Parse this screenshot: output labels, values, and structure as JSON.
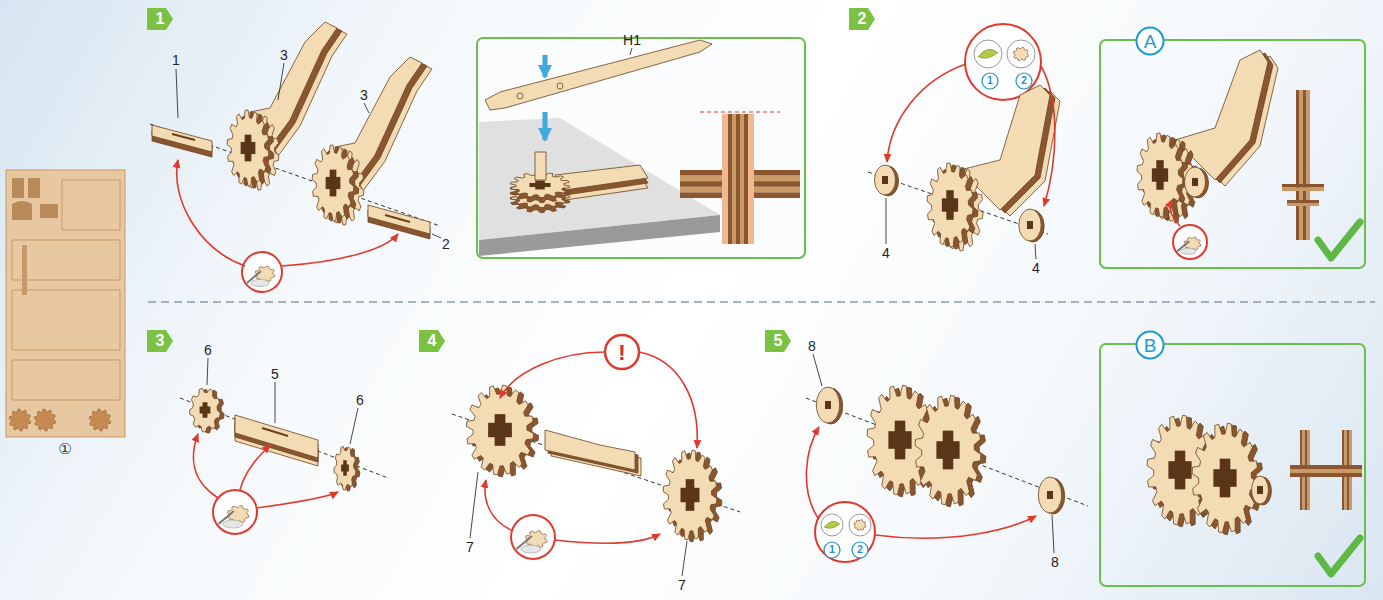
{
  "diagram": {
    "nodes": [
      {
        "text": [
          "1"
        ]
      },
      {
        "text": [
          "2"
        ]
      },
      {
        "text": [
          "A"
        ]
      },
      {
        "text": [
          "3"
        ]
      },
      {
        "text": [
          "4"
        ]
      },
      {
        "text": [
          "5"
        ]
      },
      {
        "text": [
          "B"
        ]
      }
    ],
    "labels": [
      "①",
      "1",
      "3",
      "3",
      "2",
      "H1",
      "1",
      "2",
      "4",
      "4",
      "6",
      "5",
      "6",
      "!",
      "7",
      "7",
      "8",
      "1",
      "2",
      "8"
    ]
  }
}
